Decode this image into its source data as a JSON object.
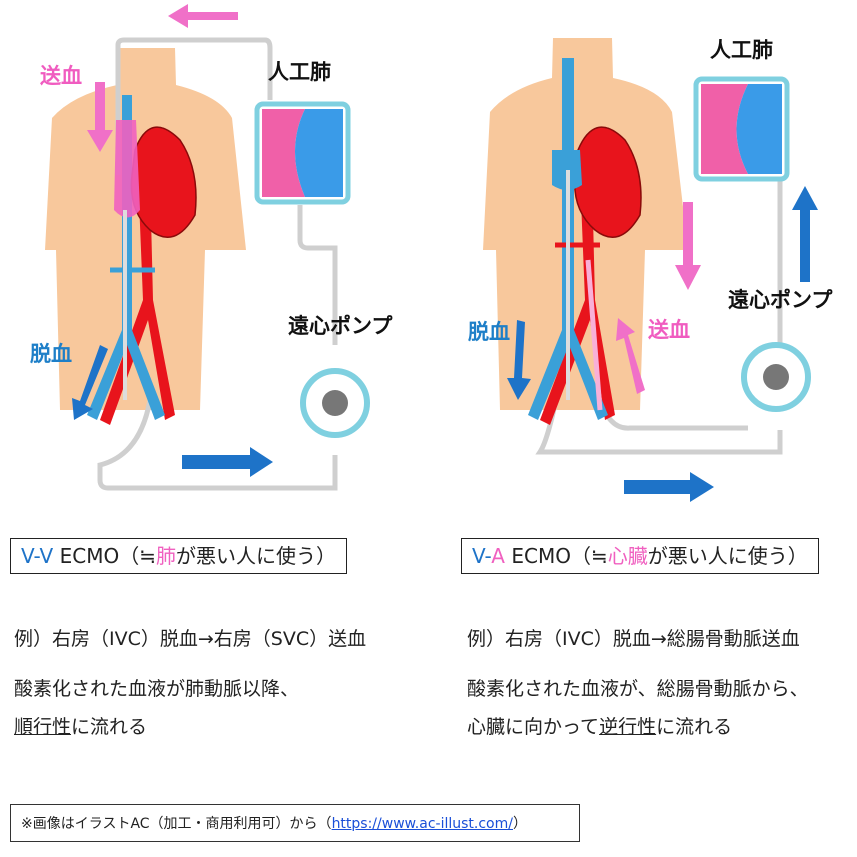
{
  "left": {
    "label_send": "送血",
    "label_lung": "人工肺",
    "label_pump": "遠心ポンプ",
    "label_drain": "脱血",
    "box": {
      "p1": "V-V",
      "p2": " ECMO（≒",
      "p3": "肺",
      "p4": "が悪い人に使う）"
    },
    "example": "例）右房（IVC）脱血→右房（SVC）送血",
    "line2": "酸素化された血液が肺動脈以降、",
    "line3_u": "順行性",
    "line3_rest": "に流れる"
  },
  "right": {
    "label_lung": "人工肺",
    "label_pump": "遠心ポンプ",
    "label_drain": "脱血",
    "label_send": "送血",
    "box": {
      "p1": "V-",
      "p2": "A",
      "p3": " ECMO（≒",
      "p4": "心臓",
      "p5": "が悪い人に使う）"
    },
    "example": "例）右房（IVC）脱血→総腸骨動脈送血",
    "line2": "酸素化された血液が、総腸骨動脈から、",
    "line3_a": "心臓に向かって",
    "line3_u": "逆行性",
    "line3_b": "に流れる"
  },
  "note": {
    "prefix": "※画像はイラストAC（加工・商用利用可）から（",
    "link": "https://www.ac-illust.com/",
    "suffix": "）"
  },
  "colors": {
    "skin": "#f8c89c",
    "artery": "#e8141c",
    "vein": "#3aa0d8",
    "oxy": "#f060c0",
    "ring": "#7fd0e0",
    "arrow_blue": "#1e73c8",
    "arrow_pink": "#f070c8",
    "tube": "#cfcfcf"
  }
}
